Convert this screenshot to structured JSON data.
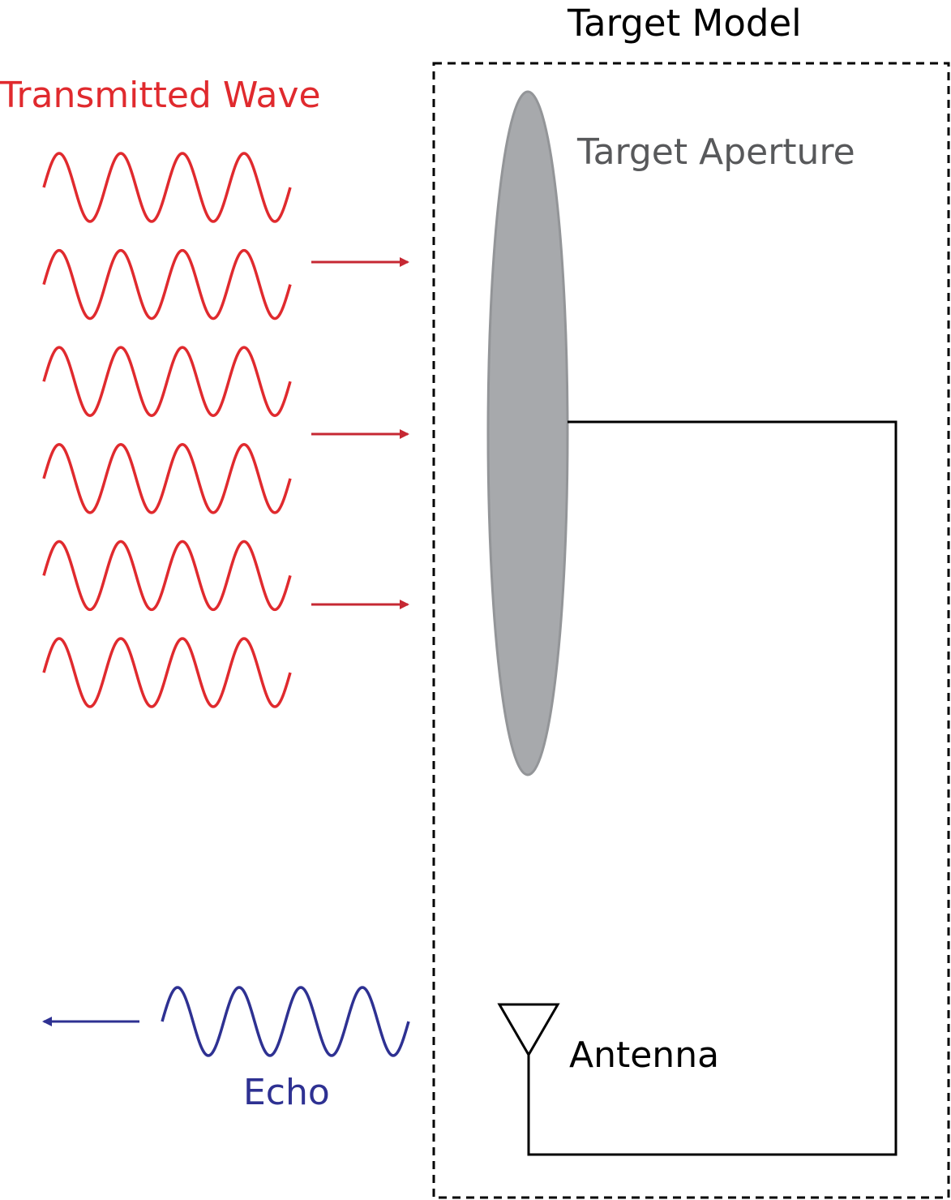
{
  "labels": {
    "title": "Target Model",
    "transmitted_wave": "Transmitted Wave",
    "target_aperture": "Target Aperture",
    "antenna": "Antenna",
    "echo": "Echo"
  },
  "colors": {
    "transmitted": "#e02a2e",
    "transmitted_arrow": "#c62833",
    "echo": "#2e3192",
    "aperture_fill": "#a7a9ac",
    "aperture_stroke": "#939598",
    "aperture_text": "#58595b",
    "line": "#000000"
  },
  "transmitted_wave": {
    "rows": 6,
    "cycles_per_row": 4
  },
  "echo_wave": {
    "cycles": 4
  },
  "incoming_arrows": 3
}
